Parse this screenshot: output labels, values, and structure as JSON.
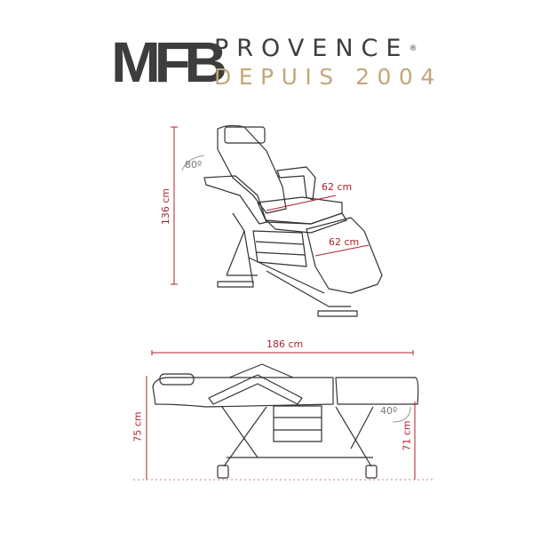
{
  "logo": {
    "brand": "MFB",
    "name": "PROVENCE",
    "registered": "®",
    "tagline": "DEPUIS 2004"
  },
  "chair_view": {
    "height_label": "136 cm",
    "backrest_angle_label": "80º",
    "seat_width_label": "62 cm",
    "leg_rest_width_label": "62 cm"
  },
  "bed_view": {
    "length_label": "186 cm",
    "height_head_label": "75 cm",
    "height_foot_label": "71 cm",
    "leg_rest_angle_label": "40º"
  },
  "colors": {
    "dimension": "#b0202e",
    "brand_dark": "#3d3d3d",
    "brand_gold": "#c2a77a",
    "line": "#333333"
  }
}
